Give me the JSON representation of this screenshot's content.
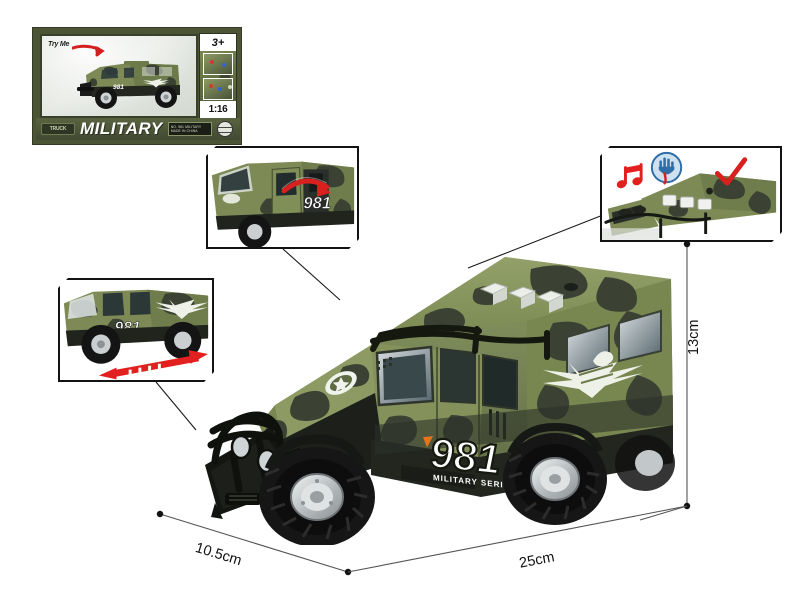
{
  "package": {
    "try_me_label": "Try Me",
    "age_rating": "3+",
    "scale": "1:16",
    "banner_title": "MILITARY",
    "brand_chip": "TRUCK",
    "spec_line_1": "NO. 981 MILITARY",
    "spec_line_2": "MADE IN CHINA",
    "icon_globe": "globe-icon",
    "icon_try_me_arrow": "red-arrow-icon"
  },
  "insets": [
    {
      "id": "door",
      "name": "door-open-feature",
      "caption": "",
      "vehicle_number": "981",
      "icon": "red-curved-arrow-icon"
    },
    {
      "id": "sound",
      "name": "sound-light-feature",
      "caption": "",
      "icons": [
        "music-notes-icon",
        "hand-press-icon",
        "red-check-icon"
      ],
      "button_count": 3
    },
    {
      "id": "pull",
      "name": "pull-back-motion-feature",
      "caption": "",
      "icon": "red-double-arrow-icon"
    }
  ],
  "vehicle": {
    "number": "981",
    "sub_text": "MILITARY SERIES",
    "emblem": "eagle-wings-emblem",
    "hood_emblem": "star-badge-emblem",
    "colors": {
      "camo_light": "#8d9a63",
      "camo_mid": "#6d7a4a",
      "camo_dark": "#3b4234",
      "body_shadow": "#2b3027",
      "tire": "#1c1c1c",
      "rim": "#c8ccce",
      "glass": "#2e3a3c",
      "accent_red": "#e02424",
      "accent_orange": "#e8741a"
    },
    "roof_buttons": 3
  },
  "dimensions": {
    "height": "13cm",
    "width": "10.5cm",
    "length": "25cm"
  }
}
